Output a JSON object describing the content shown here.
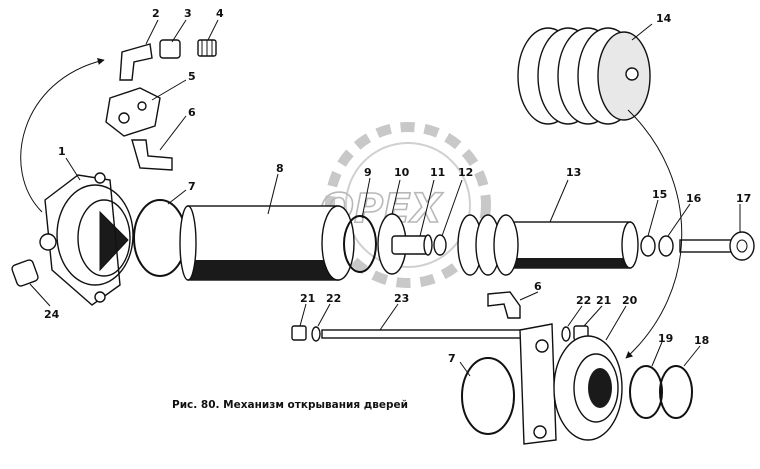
{
  "caption": "Рис. 80. Механизм открывания дверей",
  "watermark": "OPEX",
  "callouts": {
    "c1": "1",
    "c2": "2",
    "c3": "3",
    "c4": "4",
    "c5": "5",
    "c6": "6",
    "c7": "7",
    "c8": "8",
    "c9": "9",
    "c10": "10",
    "c11": "11",
    "c12": "12",
    "c13": "13",
    "c14": "14",
    "c15": "15",
    "c16": "16",
    "c17": "17",
    "c18": "18",
    "c19": "19",
    "c20": "20",
    "c21a": "21",
    "c22a": "22",
    "c23": "23",
    "c6b": "6",
    "c22b": "22",
    "c21b": "21",
    "c7b": "7",
    "c24": "24"
  }
}
